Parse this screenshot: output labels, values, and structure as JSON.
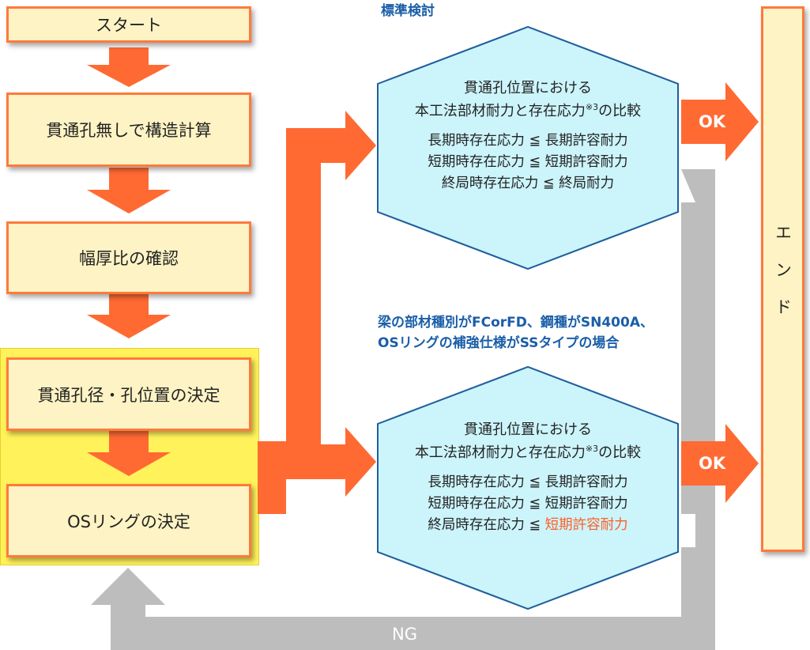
{
  "nodes": {
    "start": "スタート",
    "calc": "貫通孔無しで構造計算",
    "ratio": "幅厚比の確認",
    "decide_hole": "貫通孔径・孔位置の決定",
    "decide_ring": "OSリングの決定",
    "end": "エンド"
  },
  "top_check": {
    "heading": "標準検討",
    "title_line1": "貫通孔位置における",
    "title_line2_pre": "本工法部材耐力と存在応力",
    "title_sup": "※3",
    "title_line2_post": "の比較",
    "cond1": "長期時存在応力 ≦ 長期許容耐力",
    "cond2": "短期時存在応力 ≦ 短期許容耐力",
    "cond3": "終局時存在応力 ≦ 終局耐力",
    "ok": "OK"
  },
  "bottom_check": {
    "heading_line1": "梁の部材種別がFCorFD、鋼種がSN400A、",
    "heading_line2": "OSリングの補強仕様がSSタイプの場合",
    "title_line1": "貫通孔位置における",
    "title_line2_pre": "本工法部材耐力と存在応力",
    "title_sup": "※3",
    "title_line2_post": "の比較",
    "cond1": "長期時存在応力 ≦ 長期許容耐力",
    "cond2": "短期時存在応力 ≦ 短期許容耐力",
    "cond3_pre": "終局時存在応力 ≦ ",
    "cond3_highlight": "短期許容耐力",
    "ok": "OK"
  },
  "ng_label": "NG",
  "colors": {
    "arrow_orange": "#ff6a33",
    "box_fill": "#fdf3c4",
    "box_border": "#ff7a3c",
    "hex_fill": "#ccf4fb",
    "hex_border": "#1f5f9c",
    "feedback_gray": "#bdbdbd",
    "highlight_panel": "#fff25a",
    "label_blue": "#1a5ea8",
    "highlight_text": "#ff5e26"
  }
}
